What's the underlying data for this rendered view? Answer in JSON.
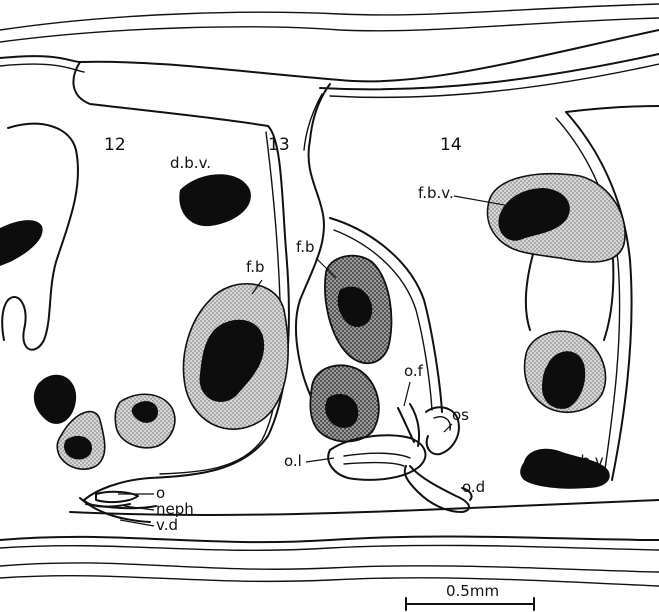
{
  "segments": {
    "s12": "12",
    "s13": "13",
    "s14": "14"
  },
  "labels": {
    "dbv": "d.b.v.",
    "fb_large": "f.b",
    "fb_mid": "f.b",
    "fbv": "f.b.v.",
    "of": "o.f",
    "os": "os",
    "ol": "o.l",
    "od": "o.d",
    "vbv": "v.b.v",
    "o": "o",
    "neph": "neph",
    "vd": "v.d"
  },
  "scale_bar": {
    "label": "0.5mm",
    "length_mm": 0.5
  },
  "colors": {
    "ink": "#111111",
    "stipple": "#bdbdbd",
    "background": "#ffffff"
  }
}
